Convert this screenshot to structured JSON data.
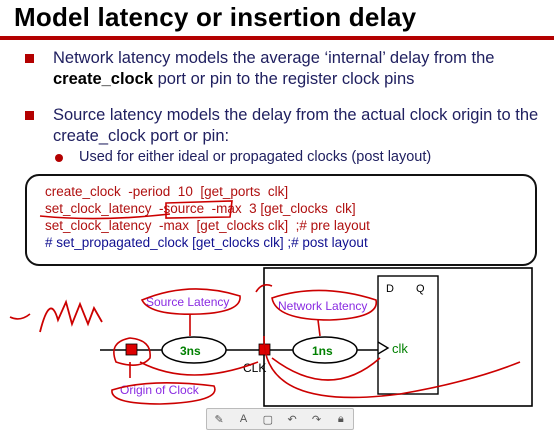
{
  "slide": {
    "title": "Model latency or insertion delay",
    "bullet1": {
      "pre": "Network latency models the average ‘internal’ delay from the ",
      "keyword": "create_clock",
      "post": " port or pin to the register clock pins"
    },
    "bullet2": "Source latency models the delay from the actual clock origin to the create_clock port or pin:",
    "sub_bullet": "Used for either ideal or propagated clocks (post layout)",
    "code": {
      "line1": "create_clock  -period  10  [get_ports  clk]",
      "line2": "set_clock_latency  -source  -max  3 [get_clocks  clk]",
      "line3": "set_clock_latency  -max  [get_clocks clk]  ;# pre layout",
      "line4": "# set_propagated_clock [get_clocks clk] ;# post layout"
    },
    "diagram": {
      "source_latency_label": "Source Latency",
      "network_latency_label": "Network Latency",
      "source_delay": "3ns",
      "network_delay": "1ns",
      "clk_port_label": "CLK",
      "ff_clk_label": "clk",
      "ff_d": "D",
      "ff_q": "Q",
      "origin_label": "Origin of Clock"
    },
    "colors": {
      "accent": "#b30000",
      "text": "#202060",
      "annotation": "#cc0000",
      "label_purple": "#8a2be2",
      "delay_green": "#008000",
      "code_blue": "#101090"
    }
  },
  "toolbar": {
    "icons": [
      "pen-icon",
      "text-icon",
      "eraser-icon",
      "undo-icon",
      "redo-icon",
      "lock-icon"
    ]
  }
}
